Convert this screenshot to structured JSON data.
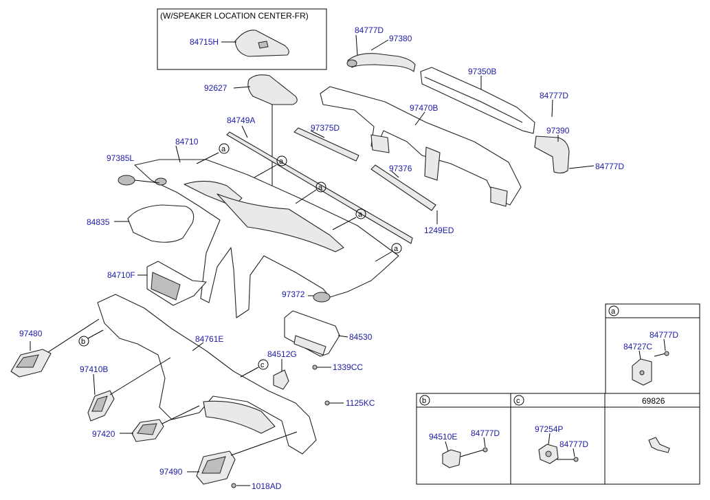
{
  "header_note": "(W/SPEAKER LOCATION CENTER-FR)",
  "part_numbers": {
    "p84715H": "84715H",
    "p84777D_top": "84777D",
    "p97380": "97380",
    "p97350B": "97350B",
    "p84777D_right": "84777D",
    "p97390": "97390",
    "p84777D_r2": "84777D",
    "p92627": "92627",
    "p84749A": "84749A",
    "p97375D": "97375D",
    "p97470B": "97470B",
    "p84710": "84710",
    "p97385L": "97385L",
    "p97376": "97376",
    "p84835": "84835",
    "p1249ED": "1249ED",
    "p84710F": "84710F",
    "p97372": "97372",
    "p97480": "97480",
    "p84761E": "84761E",
    "p84530": "84530",
    "p84512G": "84512G",
    "p1339CC": "1339CC",
    "p97410B": "97410B",
    "p1125KC": "1125KC",
    "p97420": "97420",
    "p97490": "97490",
    "p1018AD": "1018AD"
  },
  "callouts": {
    "a": "a",
    "b": "b",
    "c": "c"
  },
  "detail_a": {
    "letter": "a",
    "part1": "84777D",
    "part2": "84727C"
  },
  "detail_b": {
    "letter": "b",
    "part1": "94510E",
    "part2": "84777D"
  },
  "detail_c": {
    "letter": "c",
    "part1": "97254P",
    "part2": "84777D"
  },
  "detail_69826": {
    "title": "69826"
  }
}
